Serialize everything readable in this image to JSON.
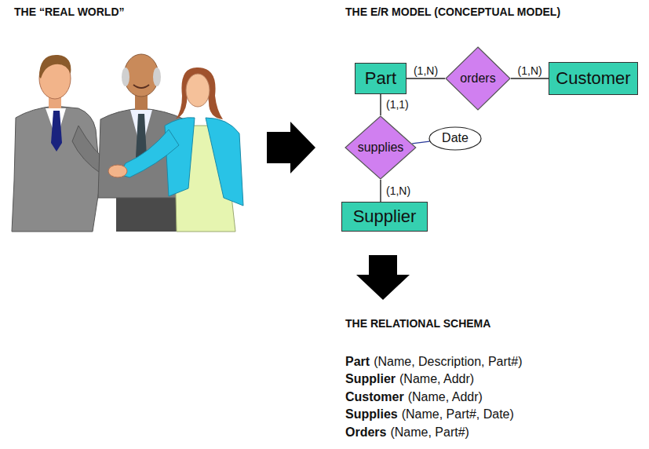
{
  "diagram": {
    "nodes": [
      {
        "text": [
          "Part"
        ]
      },
      {
        "text": [
          "orders"
        ]
      },
      {
        "text": [
          "Customer"
        ]
      },
      {
        "text": [
          "supplies"
        ]
      },
      {
        "text": [
          "Date"
        ]
      },
      {
        "text": [
          "Supplier"
        ]
      }
    ],
    "edges": [
      {
        "from": 0,
        "to": 1,
        "label": "(1,N)",
        "arrow": "none"
      },
      {
        "from": 1,
        "to": 2,
        "label": "(1,N)",
        "arrow": "none"
      },
      {
        "from": 0,
        "to": 3,
        "label": "(1,1)",
        "arrow": "none"
      },
      {
        "from": 3,
        "to": 5,
        "label": "(1,N)",
        "arrow": "none"
      },
      {
        "from": 3,
        "to": 4,
        "arrow": "none"
      }
    ],
    "labels": [
      "THE “REAL WORLD”",
      "THE E/R MODEL (CONCEPTUAL MODEL)",
      "THE RELATIONAL SCHEMA",
      "Part",
      "(Name, Description, Part#)",
      "Supplier",
      "(Name, Addr)",
      "Customer",
      "(Name, Addr)",
      "Supplies",
      "(Name, Part#, Date)",
      "Orders",
      "(Name, Part#)"
    ]
  }
}
